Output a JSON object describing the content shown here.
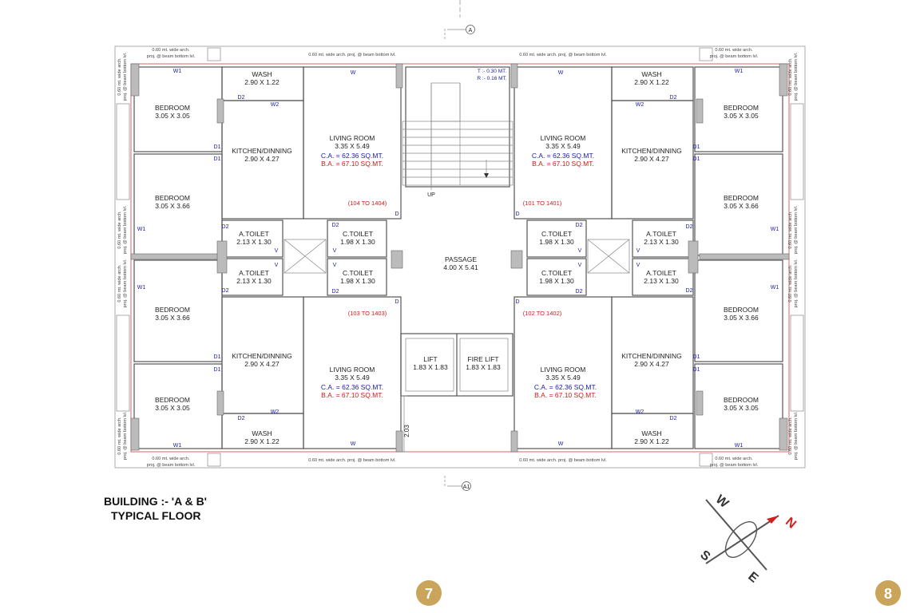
{
  "rooms": {
    "bedroom": "BEDROOM",
    "wash": "WASH",
    "living": "LIVING ROOM",
    "kitchen": "KITCHEN/DINNING",
    "atoilet": "A.TOILET",
    "ctoilet": "C.TOILET",
    "passage": "PASSAGE",
    "lift": "LIFT",
    "firelift": "FIRE LIFT"
  },
  "sizes": {
    "bed_a": "3.05 X 3.05",
    "bed_b": "3.05 X 3.66",
    "wash": "2.90 X 1.22",
    "living": "3.35 X 5.49",
    "kitchen": "2.90 X 4.27",
    "atoilet": "2.13 X 1.30",
    "ctoilet": "1.98 X 1.30",
    "passage": "4.00 X 5.41",
    "lift": "1.83 X 1.83"
  },
  "areas": {
    "ca": "C.A. = 62.36 SQ.MT.",
    "ba": "B.A. = 67.10 SQ.MT."
  },
  "units": {
    "tl": "(104 TO  1404)",
    "tr": "(101 TO 1401)",
    "bl": "(103 TO  1403)",
    "br": "(102 TO  1402)"
  },
  "labels": {
    "w1": "W1",
    "w2": "W2",
    "w": "W",
    "d": "D",
    "d1": "D1",
    "d2": "D2",
    "v": "V",
    "up": "UP"
  },
  "stair": {
    "tread": "T :- 0.30 MT.",
    "riser": "R :- 0.16 MT."
  },
  "notes": {
    "proj_1": "0.60 mt. wide arch.",
    "proj_2": "proj. @ beam bottom lvl.",
    "proj_full": "0.60 mt. wide arch. proj. @ beam bottom lvl."
  },
  "dimension": "2.03",
  "grid": {
    "top": "A",
    "bottom": "A1"
  },
  "title": {
    "line1": "BUILDING :- 'A & B'",
    "line2": "TYPICAL FLOOR"
  },
  "compass": {
    "n": "N",
    "s": "S",
    "e": "E",
    "w": "W"
  },
  "pages": {
    "left": "7",
    "right": "8"
  },
  "colors": {
    "page_badge": "#c9a45a",
    "north": "#d02020",
    "carpet": "#1a1aa8",
    "builtup": "#cc1a1a"
  }
}
